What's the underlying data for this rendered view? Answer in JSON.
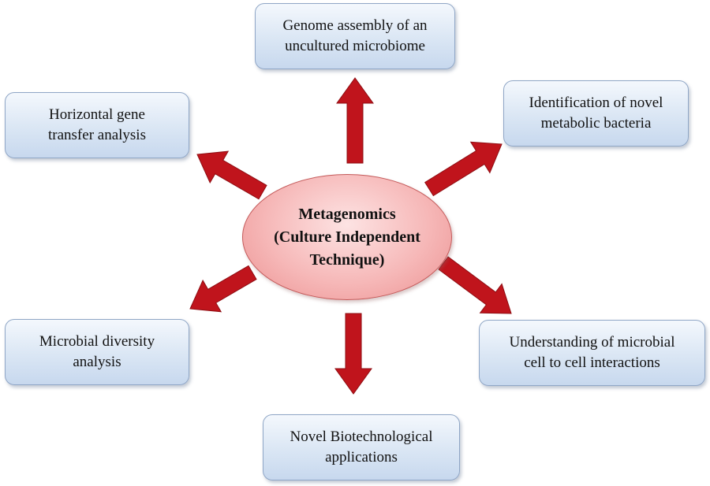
{
  "diagram": {
    "center": {
      "lines": [
        "Metagenomics",
        "(Culture Independent",
        "Technique)"
      ]
    },
    "boxes": {
      "top": {
        "lines": [
          "Genome assembly of an",
          "uncultured microbiome"
        ]
      },
      "top_left": {
        "lines": [
          "Horizontal gene",
          "transfer analysis"
        ]
      },
      "top_right": {
        "lines": [
          "Identification of novel",
          "metabolic bacteria"
        ]
      },
      "bottom_left": {
        "lines": [
          "Microbial diversity",
          "analysis"
        ]
      },
      "bottom_right": {
        "lines": [
          "Understanding of microbial",
          "cell to cell interactions"
        ]
      },
      "bottom": {
        "lines": [
          "Novel Biotechnological",
          "applications"
        ]
      }
    },
    "colors": {
      "arrow": "#c0141c",
      "ellipse_fill": "#f6b8b8",
      "box_fill": "#dae6f4"
    }
  }
}
